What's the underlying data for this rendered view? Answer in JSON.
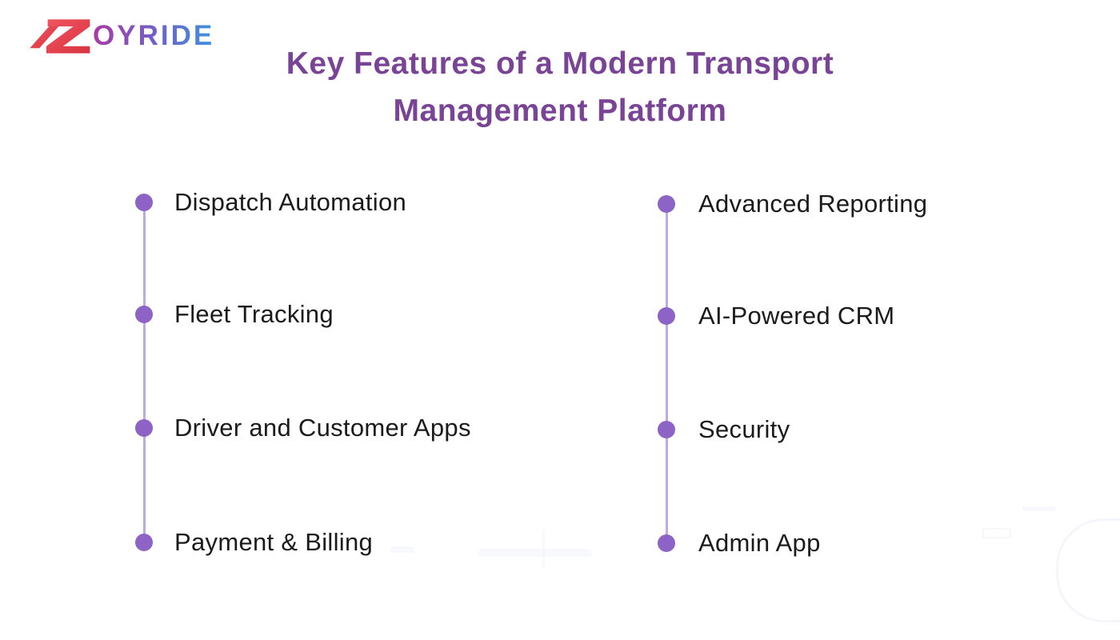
{
  "logo": {
    "brand": "ZOYRIDE",
    "wordmark": "OYRIDE"
  },
  "title": {
    "line1": "Key Features of a Modern Transport",
    "line2": "Management Platform"
  },
  "features": {
    "left": [
      {
        "label": "Dispatch Automation"
      },
      {
        "label": "Fleet Tracking"
      },
      {
        "label": "Driver and Customer Apps"
      },
      {
        "label": "Payment & Billing"
      }
    ],
    "right": [
      {
        "label": "Advanced Reporting"
      },
      {
        "label": "AI-Powered CRM"
      },
      {
        "label": "Security"
      },
      {
        "label": "Admin App"
      }
    ]
  },
  "colors": {
    "title_color": "#7a4496",
    "dot_color": "#8d63c6",
    "line_color": "#bda9e5",
    "text_color": "#1b1b1b",
    "logo_red_start": "#ef5560",
    "logo_red_end": "#d93340",
    "logo_grad_start": "#a93ba6",
    "logo_grad_end": "#3c92e0"
  }
}
